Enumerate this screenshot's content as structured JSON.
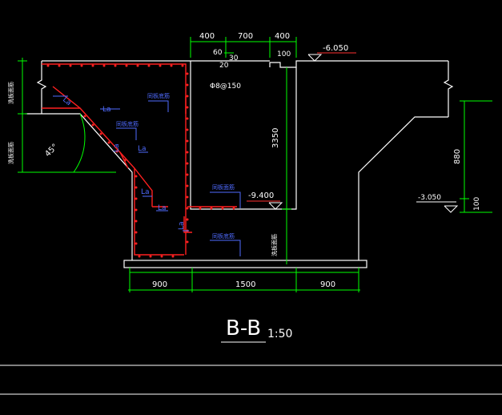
{
  "colors": {
    "background": "#000000",
    "outline": "#ffffff",
    "rebar": "#ff2020",
    "dimension": "#00ff00",
    "label": "#4f6bff",
    "elevation": "#ff3030",
    "text_white": "#ffffff"
  },
  "dimensions": {
    "top": [
      "400",
      "700",
      "400"
    ],
    "small_60": "60",
    "small_30": "30",
    "small_20": "20",
    "small_100": "100",
    "bar_spec": "Φ8@150",
    "height_3350": "3350",
    "height_880": "880",
    "height_100_right": "100",
    "bottom": [
      "900",
      "1500",
      "900"
    ]
  },
  "elevations": {
    "top": "-6.050",
    "inner": "-9.400",
    "right": "-3.050"
  },
  "labels": {
    "la": "La",
    "la_1": "La",
    "la_2": "La",
    "la_3": "La",
    "la_4": "La",
    "la_5": "La",
    "la_6": "La",
    "angle": "45°",
    "wall_rebar": "同板底筋",
    "slope_rebar": "同板底筋",
    "inner_rebar": "同板面筋",
    "bottom_rebar": "同板底筋",
    "vertical_1": "洗板面筋",
    "vertical_2": "洗板面筋",
    "vertical_3": "洗板面筋"
  },
  "section": {
    "title": "B-B",
    "scale": "1:50"
  }
}
